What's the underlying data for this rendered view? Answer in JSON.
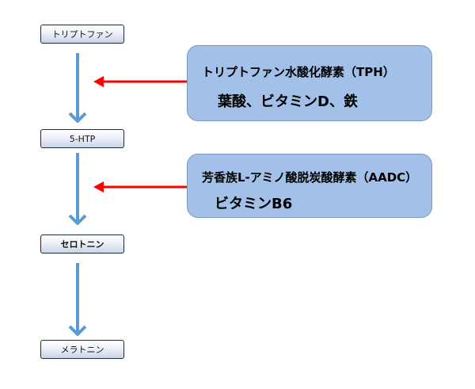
{
  "steps": [
    {
      "label": "トリプトファン"
    },
    {
      "label": "5-HTP"
    },
    {
      "label": "セロトニン"
    },
    {
      "label": "メラトニン"
    }
  ],
  "enzymes": [
    {
      "name": "トリプトファン水酸化酵素（TPH）",
      "cofactors": "葉酸、ビタミンD、鉄"
    },
    {
      "name": "芳香族L-アミノ酸脱炭酸酵素（AADC）",
      "cofactors": "ビタミンB6"
    }
  ],
  "colors": {
    "flow_arrow": "#5b9bd5",
    "enzyme_arrow": "#ff0000",
    "note_fill": "#a3c1e8",
    "note_border": "#7c97bf"
  }
}
